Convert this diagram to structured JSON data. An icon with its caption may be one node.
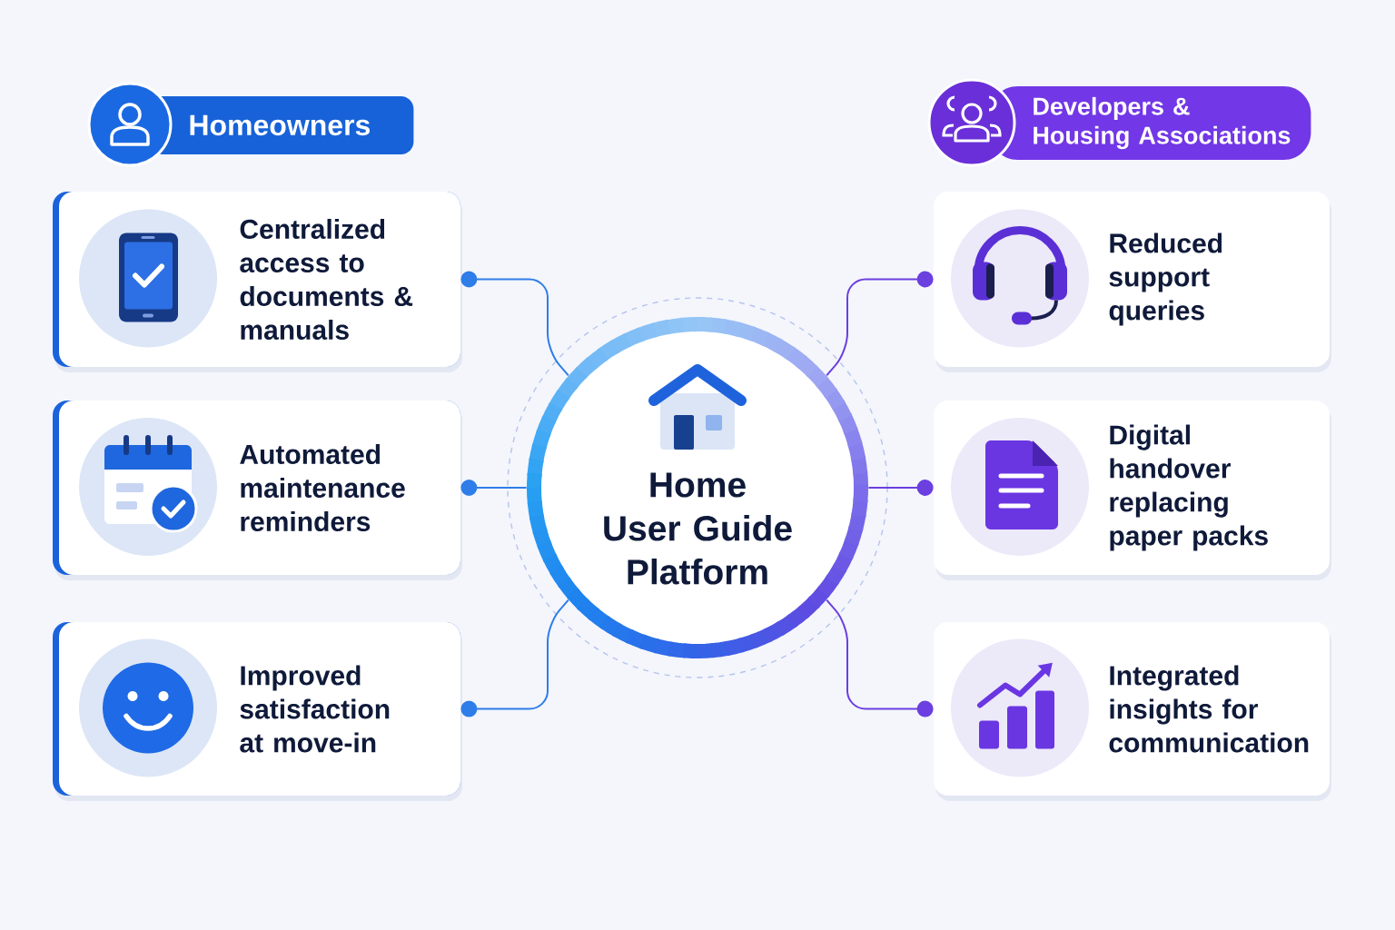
{
  "diagram": {
    "nodes": [
      {
        "text": [
          "Homeowners"
        ]
      },
      {
        "text": [
          "Developers & Housing Associations"
        ]
      },
      {
        "text": [
          "Home User Guide Platform"
        ]
      },
      {
        "text": [
          "Centralized access to documents & manuals"
        ]
      },
      {
        "text": [
          "Automated maintenance reminders"
        ]
      },
      {
        "text": [
          "Improved satisfaction at move-in"
        ]
      },
      {
        "text": [
          "Reduced support queries"
        ]
      },
      {
        "text": [
          "Digital handover replacing paper packs"
        ]
      },
      {
        "text": [
          "Integrated insights for communication"
        ]
      }
    ],
    "edges": [
      {
        "from": 2,
        "to": 3,
        "arrow": "other",
        "color": "#2f7de8"
      },
      {
        "from": 2,
        "to": 4,
        "arrow": "other",
        "color": "#2f7de8"
      },
      {
        "from": 2,
        "to": 5,
        "arrow": "other",
        "color": "#2f7de8"
      },
      {
        "from": 2,
        "to": 6,
        "arrow": "other",
        "color": "#6b3fe0"
      },
      {
        "from": 2,
        "to": 7,
        "arrow": "other",
        "color": "#6b3fe0"
      },
      {
        "from": 2,
        "to": 8,
        "arrow": "other",
        "color": "#6b3fe0"
      }
    ]
  }
}
